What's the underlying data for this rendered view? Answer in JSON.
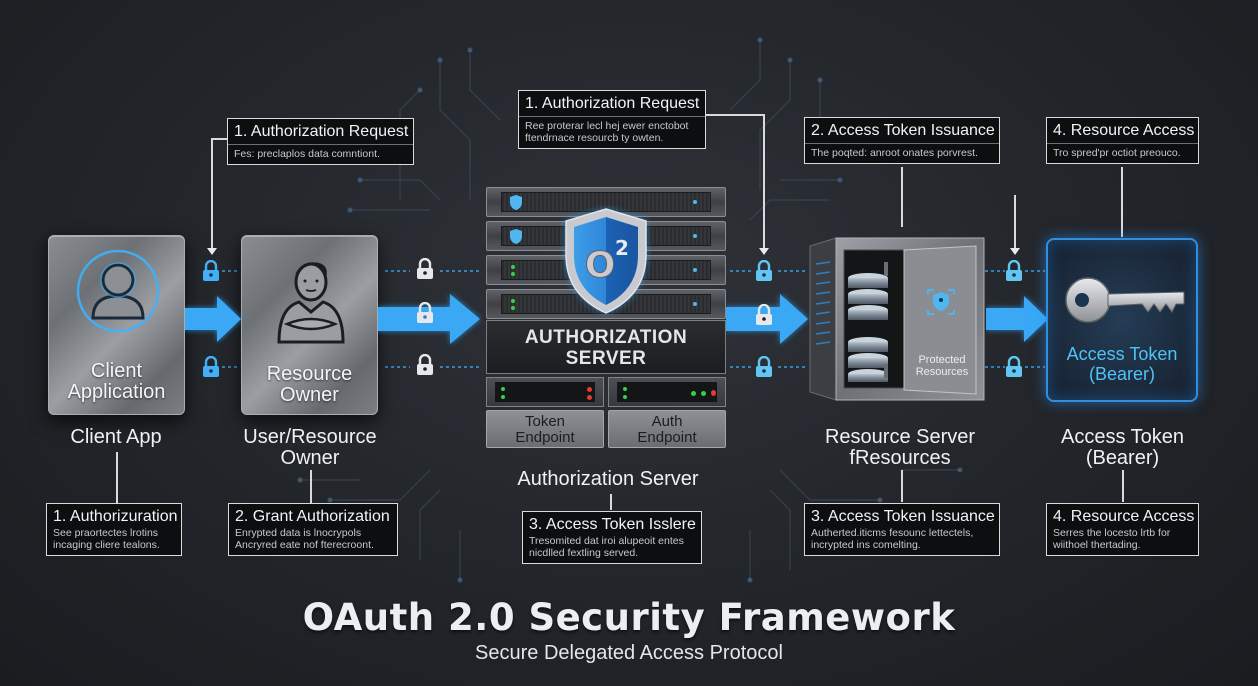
{
  "title": {
    "main": "OAuth 2.0 Security Framework",
    "subtitle": "Secure Delegated Access Protocol"
  },
  "colors": {
    "background": "#24272c",
    "accent_blue": "#2fa3f5",
    "token_text": "#4fc3f7",
    "callout_bg": "#0d0e10",
    "callout_border": "#d8dade",
    "led_green": "#35d04a",
    "led_red": "#e53935"
  },
  "nodes": [
    {
      "id": "client",
      "card_label_1": "Client",
      "card_label_2": "Application",
      "caption_1": "Client App",
      "caption_2": "",
      "icon": "user-circle-icon"
    },
    {
      "id": "owner",
      "card_label_1": "Resource",
      "card_label_2": "Owner",
      "caption_1": "User/Resource",
      "caption_2": "Owner",
      "icon": "person-arms-crossed-icon"
    },
    {
      "id": "authserver",
      "panel_label_1": "AUTHORIZATION",
      "panel_label_2": "SERVER",
      "badge": "O²",
      "endpoint_left_1": "Token",
      "endpoint_left_2": "Endpoint",
      "endpoint_right_1": "Auth",
      "endpoint_right_2": "Endpoint",
      "caption_1": "Authorization Server",
      "icon": "shield-icon"
    },
    {
      "id": "resource",
      "vault_label_1": "Protected",
      "vault_label_2": "Resources",
      "caption_1": "Resource Server",
      "caption_2": "fResources",
      "icon": "vault-icon"
    },
    {
      "id": "token",
      "card_label_1": "Access Token",
      "card_label_2": "(Bearer)",
      "caption_1": "Access Token",
      "caption_2": "(Bearer)",
      "icon": "key-icon"
    }
  ],
  "top_callouts": [
    {
      "title": "1. Authorization Request",
      "desc_1": "Fes: preclaplos data comntiont.",
      "desc_2": ""
    },
    {
      "title": "1. Authorization Request",
      "desc_1": "Ree proterar lecl hej ewer enctobot",
      "desc_2": "ftendrnace resourcb ty owten."
    },
    {
      "title": "2. Access Token Issuance",
      "desc_1": "The poqted: anroot onates porvrest.",
      "desc_2": ""
    },
    {
      "title": "4. Resource Access",
      "desc_1": "Tro spred'pr octiot preouco.",
      "desc_2": ""
    }
  ],
  "bottom_callouts": [
    {
      "title": "1. Authorizuration",
      "desc_1": "See praortectes lrotins",
      "desc_2": "incaging cliere tealons."
    },
    {
      "title": "2. Grant Authorization",
      "desc_1": "Enrypted data is lnocrypols",
      "desc_2": "Ancryred eate nof fterecroont."
    },
    {
      "title": "3. Access Token Isslere",
      "desc_1": "Tresomited dat iroi alupeoit entes",
      "desc_2": "nicdlled fextling served."
    },
    {
      "title": "3. Access Token Issuance",
      "desc_1": "Autherted.iticms fesounc lettectels,",
      "desc_2": "incrypted ins comelting."
    },
    {
      "title": "4. Resource Access",
      "desc_1": "Serres the locesto lrtb for",
      "desc_2": "wiithoel thertading."
    }
  ]
}
